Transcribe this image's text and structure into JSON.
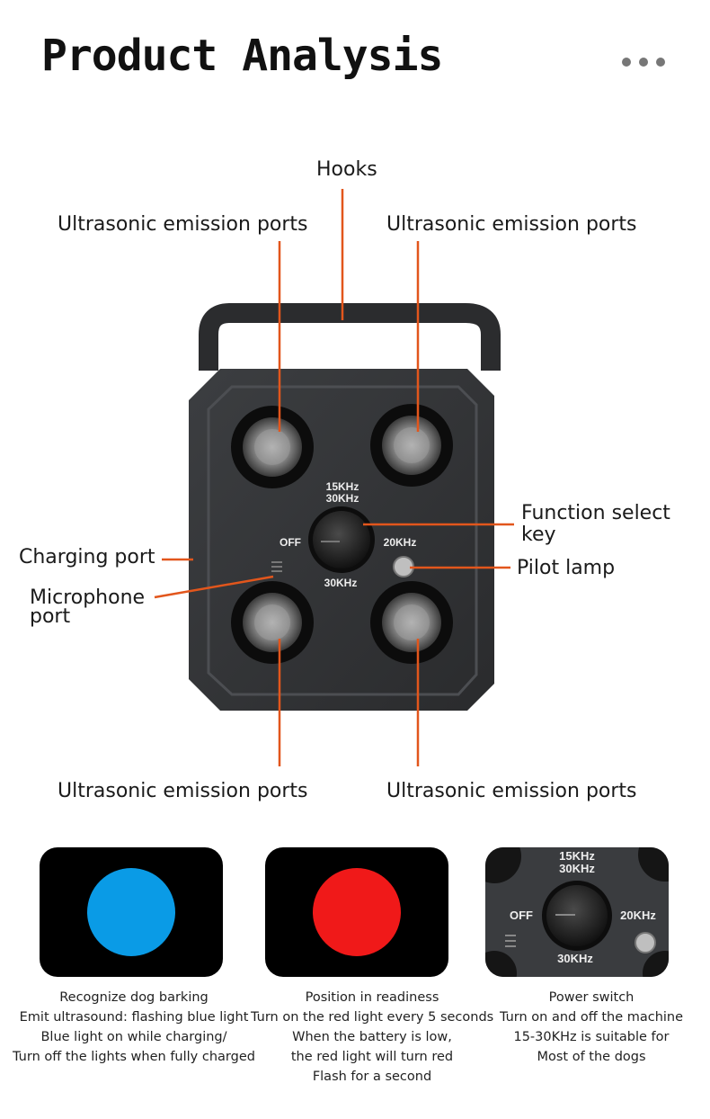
{
  "header": {
    "title": "Product Analysis"
  },
  "callouts": {
    "hooks": "Hooks",
    "emission_top_left": "Ultrasonic emission ports",
    "emission_top_right": "Ultrasonic emission ports",
    "emission_bottom_left": "Ultrasonic emission ports",
    "emission_bottom_right": "Ultrasonic emission ports",
    "function_select": [
      "Function select",
      "key"
    ],
    "pilot_lamp": "Pilot lamp",
    "charging_port": "Charging port",
    "microphone_port": [
      "Microphone",
      "port"
    ]
  },
  "device": {
    "dial_top": [
      "15KHz",
      "30KHz"
    ],
    "dial_left": "OFF",
    "dial_right": "20KHz",
    "dial_bottom": "30KHz"
  },
  "colors": {
    "accent_line": "#e2561c",
    "blue_light": "#0a9be6",
    "red_light": "#f01919"
  },
  "features": [
    {
      "lines": [
        "Recognize dog barking",
        "Emit ultrasound: flashing blue light",
        "Blue light on while charging/",
        "Turn off the lights when fully charged"
      ]
    },
    {
      "lines": [
        "Position in readiness",
        "Turn on the red light every 5 seconds",
        "When the battery is low,",
        "the red light will turn red",
        "Flash for a second"
      ]
    },
    {
      "lines": [
        "Power switch",
        "Turn on and off the machine",
        "15-30KHz is suitable for",
        "Most of the dogs"
      ]
    }
  ]
}
